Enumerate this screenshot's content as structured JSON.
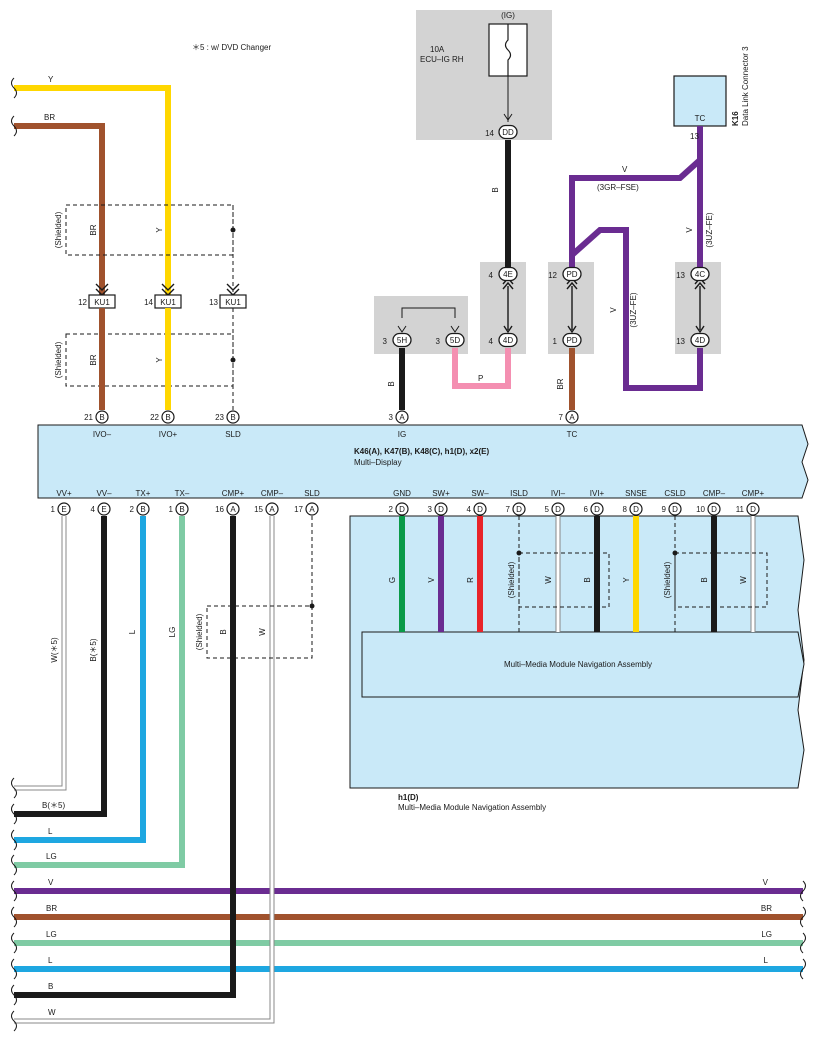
{
  "note": "＊5 : w/ DVD Changer",
  "colors": {
    "Y": "#ffd700",
    "BR": "#a0522d",
    "B": "#1a1a1a",
    "V": "#6a2c91",
    "P": "#f48fb1",
    "L": "#1ea7e1",
    "LG": "#7fcba4",
    "W": "#ffffff",
    "G": "#0a9a48",
    "R": "#e8242a",
    "box": "#c9e9f8",
    "gray": "#d3d3d3"
  },
  "left_wires": {
    "Y": "Y",
    "BR": "BR"
  },
  "shielded": "(Shielded)",
  "ku1": {
    "label": "KU1",
    "pins": [
      "12",
      "14",
      "13"
    ]
  },
  "ku1_wires": {
    "br": "BR",
    "y": "Y"
  },
  "fuse": {
    "ig": "(IG)",
    "amp": "10A",
    "name": "ECU–IG RH",
    "pin": "14",
    "conn": "DD"
  },
  "dlc": {
    "code": "K16",
    "name": "Data Link Connector 3",
    "tc": "TC",
    "pin": "13"
  },
  "junction": {
    "a_pins": [
      "3",
      "3"
    ],
    "a_conns": [
      "5H",
      "5D"
    ],
    "b_pins": [
      "4",
      "4"
    ],
    "b_conns": [
      "4E",
      "4D"
    ],
    "c_pins": [
      "12",
      "1"
    ],
    "c_conns": [
      "PD",
      "PD"
    ],
    "d_pins": [
      "13",
      "13"
    ],
    "d_conns": [
      "4C",
      "4D"
    ]
  },
  "wire_labels": {
    "b_fuse": "B",
    "v_3gr": "V",
    "v_3gr_note": "(3GR–FSE)",
    "v_3uz": "V",
    "v_3uz_note": "(3UZ–FE)",
    "v_3uz2": "V",
    "v_3uz2_note": "(3UZ–FE)",
    "p": "P",
    "b_ig": "B",
    "br_tc": "BR"
  },
  "display": {
    "title": "K46(A), K47(B), K48(C), h1(D), x2(E)",
    "subtitle": "Multi–Display",
    "top_pins": [
      {
        "num": "21",
        "conn": "B",
        "label": "IVO–"
      },
      {
        "num": "22",
        "conn": "B",
        "label": "IVO+"
      },
      {
        "num": "23",
        "conn": "B",
        "label": "SLD"
      },
      {
        "num": "3",
        "conn": "A",
        "label": "IG"
      },
      {
        "num": "7",
        "conn": "A",
        "label": "TC"
      }
    ],
    "bottom_pins": [
      {
        "num": "1",
        "conn": "E",
        "label": "VV+"
      },
      {
        "num": "4",
        "conn": "E",
        "label": "VV–"
      },
      {
        "num": "2",
        "conn": "B",
        "label": "TX+"
      },
      {
        "num": "1",
        "conn": "B",
        "label": "TX–"
      },
      {
        "num": "16",
        "conn": "A",
        "label": "CMP+"
      },
      {
        "num": "15",
        "conn": "A",
        "label": "CMP–"
      },
      {
        "num": "17",
        "conn": "A",
        "label": "SLD"
      },
      {
        "num": "2",
        "conn": "D",
        "label": "GND"
      },
      {
        "num": "3",
        "conn": "D",
        "label": "SW+"
      },
      {
        "num": "4",
        "conn": "D",
        "label": "SW–"
      },
      {
        "num": "7",
        "conn": "D",
        "label": "ISLD"
      },
      {
        "num": "5",
        "conn": "D",
        "label": "IVI–"
      },
      {
        "num": "6",
        "conn": "D",
        "label": "IVI+"
      },
      {
        "num": "8",
        "conn": "D",
        "label": "SNSE"
      },
      {
        "num": "9",
        "conn": "D",
        "label": "CSLD"
      },
      {
        "num": "10",
        "conn": "D",
        "label": "CMP–"
      },
      {
        "num": "11",
        "conn": "D",
        "label": "CMP+"
      }
    ]
  },
  "bottom_wire_labels": {
    "w5": "W(＊5)",
    "b5": "B(＊5)",
    "l": "L",
    "lg": "LG",
    "b_cmp": "B",
    "w_cmp": "W",
    "g": "G",
    "v": "V",
    "r": "R",
    "w_ivi": "W",
    "b_ivi": "B",
    "y_snse": "Y",
    "b_cmp2": "B",
    "w_cmp2": "W"
  },
  "nav": {
    "inner": "Multi–Media Module Navigation Assembly",
    "code": "h1(D)",
    "name": "Multi–Media Module Navigation Assembly"
  },
  "left_bottom": {
    "b5": "B(＊5)",
    "l": "L",
    "lg": "LG",
    "v": "V",
    "br": "BR",
    "lg2": "LG",
    "l2": "L",
    "b": "B",
    "w": "W"
  },
  "right_bottom": {
    "v": "V",
    "br": "BR",
    "lg": "LG",
    "l": "L"
  }
}
